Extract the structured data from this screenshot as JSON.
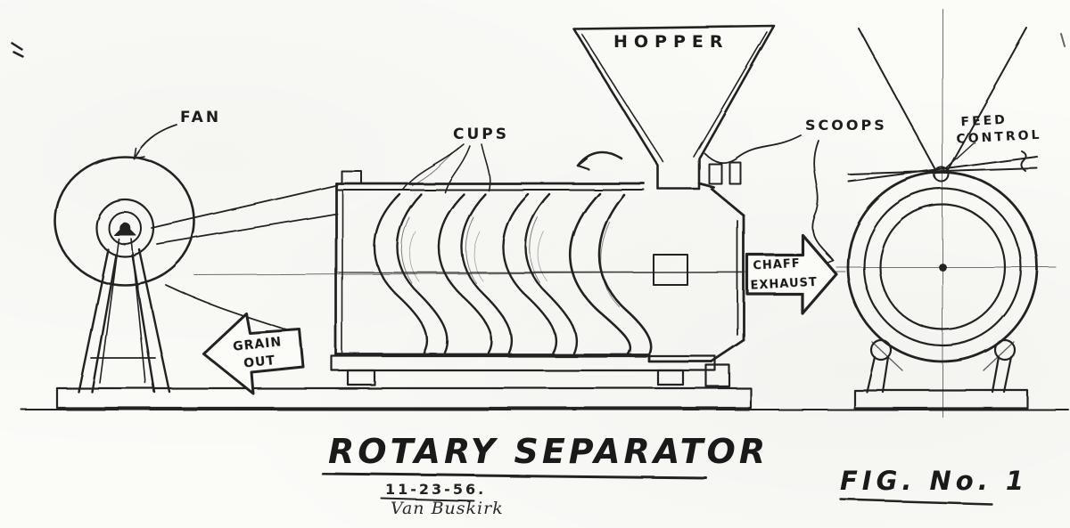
{
  "drawing": {
    "title": "ROTARY SEPARATOR",
    "date": "11-23-56.",
    "signature": "Van Buskirk",
    "figure_number": "FIG. No. 1"
  },
  "labels": {
    "fan": "FAN",
    "cups": "CUPS",
    "hopper": "HOPPER",
    "scoops": "SCOOPS",
    "feed_control": [
      "FEED",
      "CONTROL"
    ],
    "chaff_exhaust": [
      "CHAFF",
      "EXHAUST"
    ],
    "grain_out": [
      "GRAIN",
      "OUT"
    ]
  },
  "colors": {
    "ink": "#222222",
    "paper": "#fbfbf8"
  }
}
